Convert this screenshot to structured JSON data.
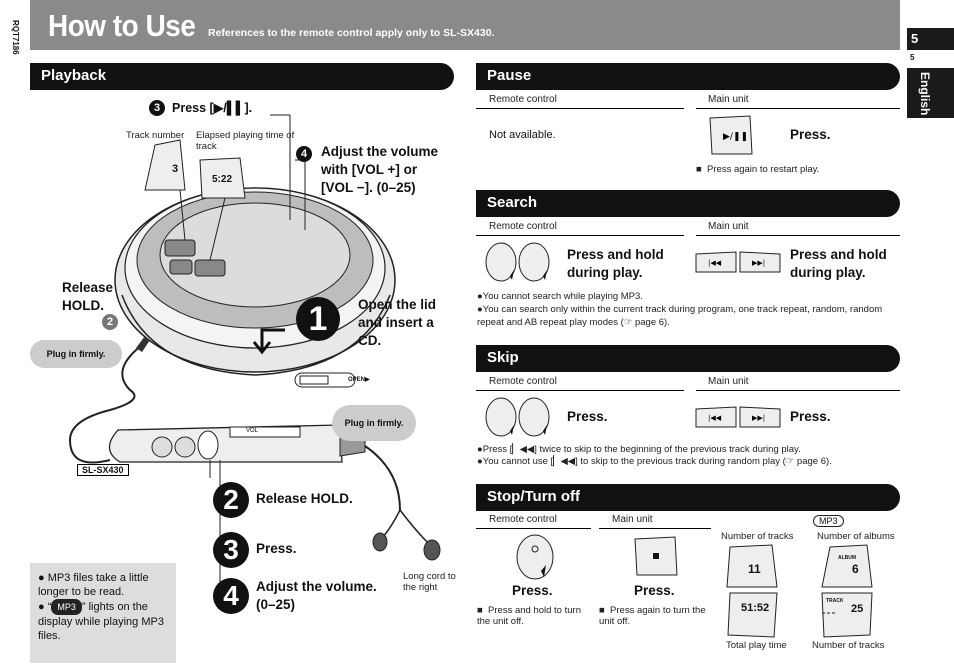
{
  "header": {
    "title": "How to Use",
    "subtitle": "References to the remote control apply only to SL-SX430.",
    "side_code": "RQT7186",
    "page_number": "5",
    "page_small": "5",
    "language": "English"
  },
  "playback": {
    "bar": "Playback",
    "step3_label": "Press [▶/▌▌].",
    "step3_num": "3",
    "track_number_label": "Track number",
    "elapsed_label": "Elapsed playing time of track",
    "track_value": "3",
    "elapsed_value": "5:22",
    "step4_num": "4",
    "step4_label": "Adjust the volume with [VOL +] or [VOL −]. (0–25)",
    "release_hold": "Release HOLD.",
    "step2_num": "2",
    "step1_num": "1",
    "open_lid": "Open the lid and insert a CD.",
    "plug_firmly_1": "Plug in firmly.",
    "plug_firmly_2": "Plug in firmly.",
    "open_label": "OPEN▶",
    "vol_label": "VOL",
    "model_label": "SL-SX430",
    "remote_step2": "Release HOLD.",
    "remote_step3": "Press.",
    "remote_step4": "Adjust the volume. (0–25)",
    "remote_num2": "2",
    "remote_num3": "3",
    "remote_num4": "4",
    "long_cord": "Long cord to the right",
    "note1": "MP3 files take a little longer to be read.",
    "note2_pre": "“",
    "note2_tag": "MP3",
    "note2_post": "” lights on the display while playing MP3 files."
  },
  "pause": {
    "bar": "Pause",
    "col_remote": "Remote control",
    "col_main": "Main unit",
    "remote_text": "Not available.",
    "main_text": "Press.",
    "note": "Press again to restart play."
  },
  "search": {
    "bar": "Search",
    "col_remote": "Remote control",
    "col_main": "Main unit",
    "remote_text": "Press and hold during play.",
    "main_text": "Press and hold during play.",
    "note1": "You cannot search while playing MP3.",
    "note2": "You can search only within the current track during program, one track repeat, random, random repeat and AB repeat play modes (☞ page 6)."
  },
  "skip": {
    "bar": "Skip",
    "col_remote": "Remote control",
    "col_main": "Main unit",
    "remote_text": "Press.",
    "main_text": "Press.",
    "note1": "Press [▏◀◀] twice to skip to the beginning of the previous track during play.",
    "note2": "You cannot use [▏◀◀] to skip to the previous track during random play (☞ page 6)."
  },
  "stop": {
    "bar": "Stop/Turn off",
    "col_remote": "Remote control",
    "col_main": "Main unit",
    "remote_text": "Press.",
    "main_text": "Press.",
    "remote_note": "Press and hold to turn the unit off.",
    "main_note": "Press again to turn the unit off.",
    "mp3_tag": "MP3",
    "num_tracks_label": "Number of tracks",
    "num_albums_label": "Number of albums",
    "tracks_value": "11",
    "albums_value": "6",
    "album_tag": "ALBUM",
    "track_tag": "TRACK",
    "time_value": "51:52",
    "mp3_tracks_value": "25",
    "total_time_label": "Total play time",
    "num_tracks_label2": "Number of tracks"
  }
}
